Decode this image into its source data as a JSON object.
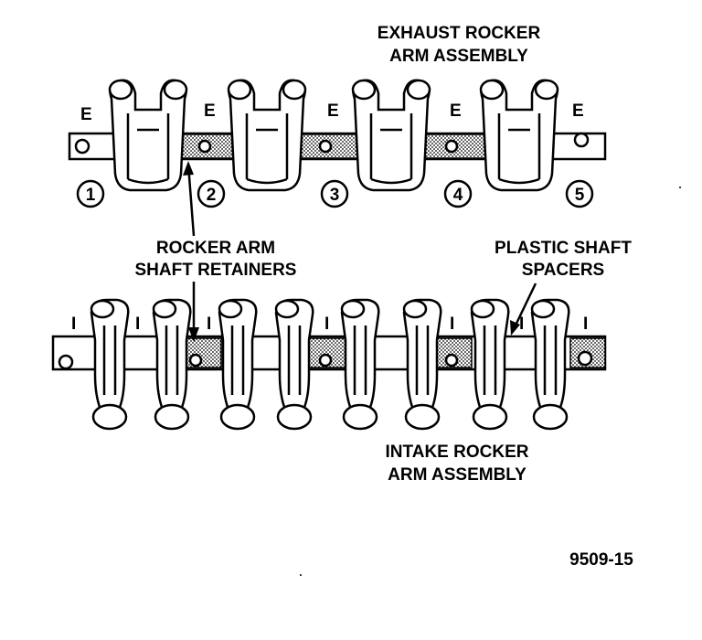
{
  "labels": {
    "exhaust_line1": "EXHAUST ROCKER",
    "exhaust_line2": "ARM ASSEMBLY",
    "retainers_line1": "ROCKER ARM",
    "retainers_line2": "SHAFT RETAINERS",
    "spacers_line1": "PLASTIC SHAFT",
    "spacers_line2": "SPACERS",
    "intake_line1": "INTAKE ROCKER",
    "intake_line2": "ARM ASSEMBLY",
    "figure_id": "9509-15"
  },
  "exhaust_marker": "E",
  "intake_marker": "I",
  "exhaust_markers": [
    "E",
    "E",
    "E",
    "E",
    "E"
  ],
  "intake_markers": [
    "I",
    "I",
    "I",
    "I",
    "I",
    "I",
    "I"
  ],
  "positions": [
    "1",
    "2",
    "3",
    "4",
    "5"
  ]
}
